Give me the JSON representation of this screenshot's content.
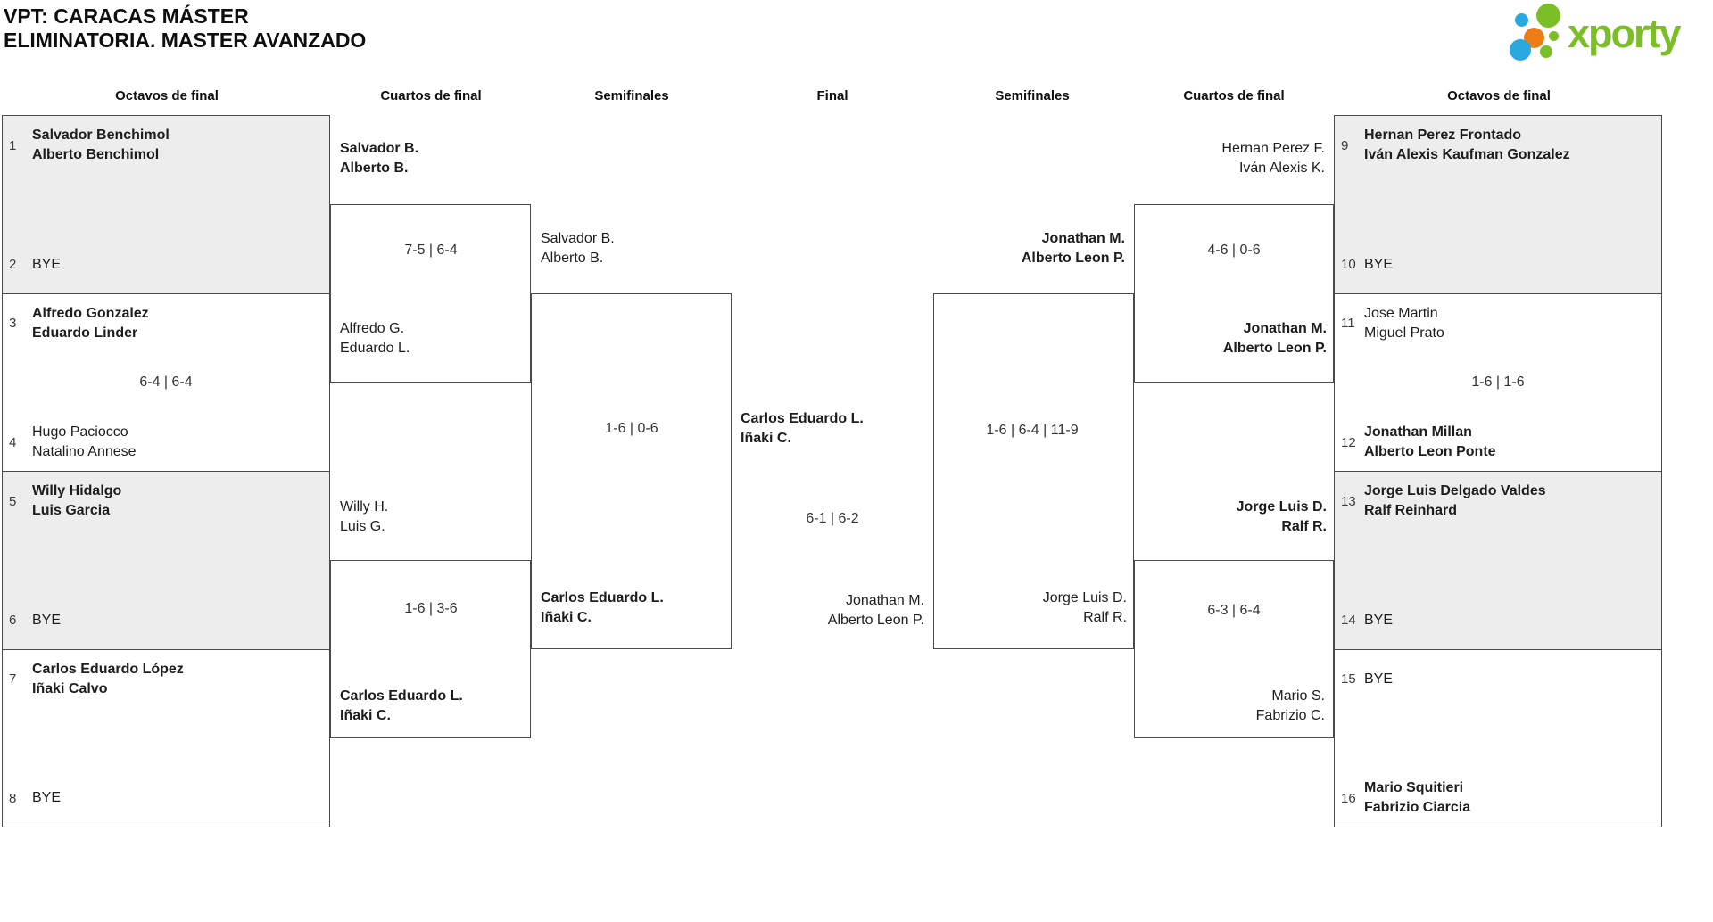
{
  "title": {
    "line1": "VPT: CARACAS MÁSTER",
    "line2": "ELIMINATORIA. MASTER AVANZADO"
  },
  "logo": {
    "brand": "xporty"
  },
  "colors": {
    "green": "#7cbe27",
    "blue": "#2aa9e0",
    "orange": "#ee7d17",
    "shaded_row": "#ededed",
    "line": "#4a4a4a"
  },
  "round_headers": [
    {
      "label": "Octavos de final"
    },
    {
      "label": "Cuartos de final"
    },
    {
      "label": "Semifinales"
    },
    {
      "label": "Final"
    },
    {
      "label": "Semifinales"
    },
    {
      "label": "Cuartos de final"
    },
    {
      "label": "Octavos de final"
    }
  ],
  "bracket": {
    "octavos_left": {
      "matches": [
        {
          "slots": [
            {
              "num": "1",
              "line1": "Salvador Benchimol",
              "line2": "Alberto Benchimol"
            },
            {
              "num": "2",
              "line1": "BYE",
              "line2": ""
            }
          ],
          "score": ""
        },
        {
          "slots": [
            {
              "num": "3",
              "line1": "Alfredo Gonzalez",
              "line2": "Eduardo Linder"
            },
            {
              "num": "4",
              "line1": "Hugo Paciocco",
              "line2": "Natalino Annese"
            }
          ],
          "score": "6-4 | 6-4"
        },
        {
          "slots": [
            {
              "num": "5",
              "line1": "Willy Hidalgo",
              "line2": "Luis Garcia"
            },
            {
              "num": "6",
              "line1": "BYE",
              "line2": ""
            }
          ],
          "score": ""
        },
        {
          "slots": [
            {
              "num": "7",
              "line1": "Carlos Eduardo López",
              "line2": "Iñaki Calvo"
            },
            {
              "num": "8",
              "line1": "BYE",
              "line2": ""
            }
          ],
          "score": ""
        }
      ]
    },
    "octavos_right": {
      "matches": [
        {
          "slots": [
            {
              "num": "9",
              "line1": "Hernan Perez Frontado",
              "line2": "Iván Alexis Kaufman Gonzalez"
            },
            {
              "num": "10",
              "line1": "BYE",
              "line2": ""
            }
          ],
          "score": ""
        },
        {
          "slots": [
            {
              "num": "11",
              "line1": "Jose Martin",
              "line2": "Miguel Prato"
            },
            {
              "num": "12",
              "line1": "Jonathan Millan",
              "line2": "Alberto Leon Ponte"
            }
          ],
          "score": "1-6 | 1-6"
        },
        {
          "slots": [
            {
              "num": "13",
              "line1": "Jorge Luis Delgado Valdes",
              "line2": "Ralf Reinhard"
            },
            {
              "num": "14",
              "line1": "BYE",
              "line2": ""
            }
          ],
          "score": ""
        },
        {
          "slots": [
            {
              "num": "15",
              "line1": "BYE",
              "line2": ""
            },
            {
              "num": "16",
              "line1": "Mario Squitieri",
              "line2": "Fabrizio Ciarcia"
            }
          ],
          "score": ""
        }
      ]
    },
    "labels": {
      "ql1_top": {
        "line1": "Salvador B.",
        "line2": "Alberto B."
      },
      "ql1_bottom": {
        "line1": "Alfredo G.",
        "line2": "Eduardo L."
      },
      "ql2_top": {
        "line1": "Willy H.",
        "line2": "Luis G."
      },
      "ql2_bottom": {
        "line1": "Carlos Eduardo L.",
        "line2": "Iñaki C."
      },
      "sfl_top": {
        "line1": "Salvador B.",
        "line2": "Alberto B."
      },
      "sfl_bottom": {
        "line1": "Carlos Eduardo L.",
        "line2": "Iñaki C."
      },
      "final_top": {
        "line1": "Carlos Eduardo L.",
        "line2": "Iñaki C."
      },
      "final_bottom": {
        "line1": "Jonathan M.",
        "line2": "Alberto Leon P."
      },
      "sfr_top": {
        "line1": "Jonathan M.",
        "line2": "Alberto Leon P."
      },
      "sfr_bottom": {
        "line1": "Jorge Luis D.",
        "line2": "Ralf R."
      },
      "qr1_top": {
        "line1": "Hernan Perez F.",
        "line2": "Iván Alexis K."
      },
      "qr1_bottom": {
        "line1": "Jonathan M.",
        "line2": "Alberto Leon P."
      },
      "qr2_top": {
        "line1": "Jorge Luis D.",
        "line2": "Ralf R."
      },
      "qr2_bottom": {
        "line1": "Mario S.",
        "line2": "Fabrizio C."
      }
    },
    "scores": {
      "ql1": "7-5 | 6-4",
      "ql2": "1-6 | 3-6",
      "sfl": "1-6 | 0-6",
      "final": "6-1 | 6-2",
      "sfr": "1-6 | 6-4 | 11-9",
      "qr1": "4-6 | 0-6",
      "qr2": "6-3 | 6-4"
    }
  }
}
